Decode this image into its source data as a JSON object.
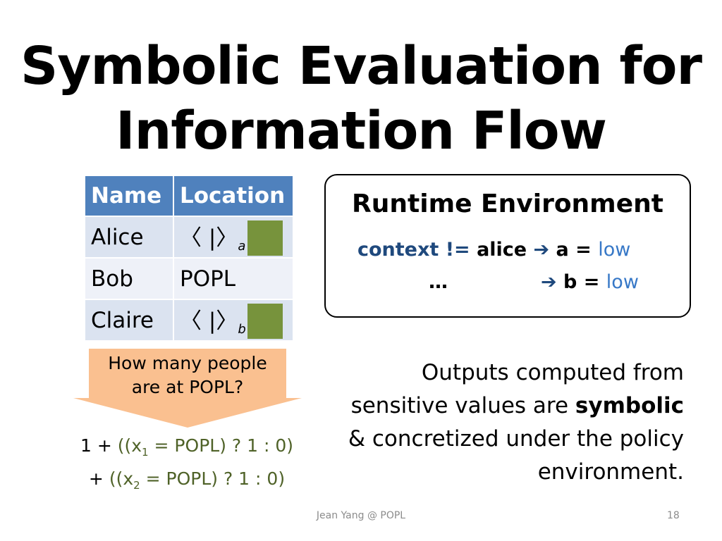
{
  "slide": {
    "title_line1": "Symbolic Evaluation for",
    "title_line2": "Information Flow",
    "table": {
      "headers": [
        "Name",
        "Location"
      ],
      "rows": [
        {
          "name": "Alice",
          "loc_sym": "〈 |〉",
          "loc_sub": "a",
          "has_swatch": true
        },
        {
          "name": "Bob",
          "loc_text": "POPL",
          "has_swatch": false
        },
        {
          "name": "Claire",
          "loc_sym": "〈 |〉",
          "loc_sub": "b",
          "has_swatch": true
        }
      ]
    },
    "callout": {
      "line1": "How many people",
      "line2": "are at POPL?"
    },
    "formula": {
      "l1_prefix": "1 + ",
      "l1_a": "((x",
      "l1_sub": "1",
      "l1_b": " = POPL) ? 1 : 0)",
      "l2_prefix": "+ ",
      "l2_a": "((x",
      "l2_sub": "2",
      "l2_b": " = POPL) ? 1 : 0)"
    },
    "runtime": {
      "title": "Runtime Environment",
      "line1_context": "context !=",
      "line1_alice": "alice",
      "line1_arrow": "➔",
      "line1_var": "a =",
      "line1_val": "low",
      "line2_dots": "…",
      "line2_arrow": "➔",
      "line2_var": "b =",
      "line2_val": "low"
    },
    "outputs": {
      "l1": "Outputs computed from",
      "l2_a": "sensitive values are ",
      "l2_bold": "symbolic",
      "l3": "& concretized under the policy",
      "l4": "environment."
    },
    "footer": "Jean Yang @ POPL",
    "page_number": "18"
  },
  "colors": {
    "header_blue": "#4f81bd",
    "swatch_green": "#77933c",
    "callout_fill": "#fac090",
    "formula_green": "#4f6228",
    "context_blue": "#1f497d",
    "low_blue": "#3778c7"
  }
}
